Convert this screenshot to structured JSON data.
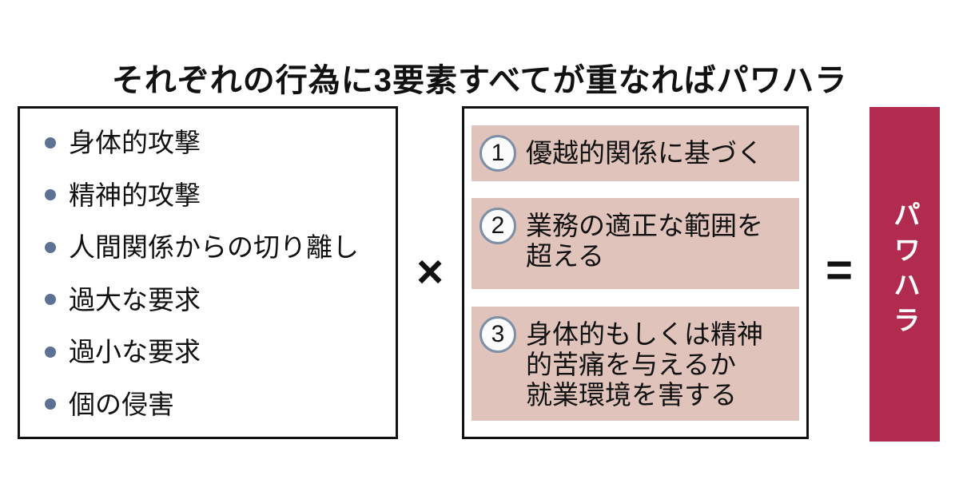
{
  "title": "それぞれの行為に3要素すべてが重なればパワハラ",
  "left_box": {
    "items": [
      "身体的攻撃",
      "精神的攻撃",
      "人間関係からの切り離し",
      "過大な要求",
      "過小な要求",
      "個の侵害"
    ]
  },
  "operators": {
    "multiply": "×",
    "equals": "="
  },
  "middle_box": {
    "items": [
      {
        "number": "1",
        "text": "優越的関係に基づく"
      },
      {
        "number": "2",
        "text": "業務の適正な範囲を\n超える"
      },
      {
        "number": "3",
        "text": "身体的もしくは精神\n的苦痛を与えるか\n就業環境を害する"
      }
    ]
  },
  "result_box": {
    "label": "パワハラ"
  },
  "colors": {
    "factor_item_bg": "#e0c3bb",
    "result_bg": "#b02b4e",
    "bullet": "#5d7292",
    "circle_border": "#7d8fa6",
    "box_border": "#111111",
    "text": "#111111",
    "result_text": "#ffffff"
  }
}
